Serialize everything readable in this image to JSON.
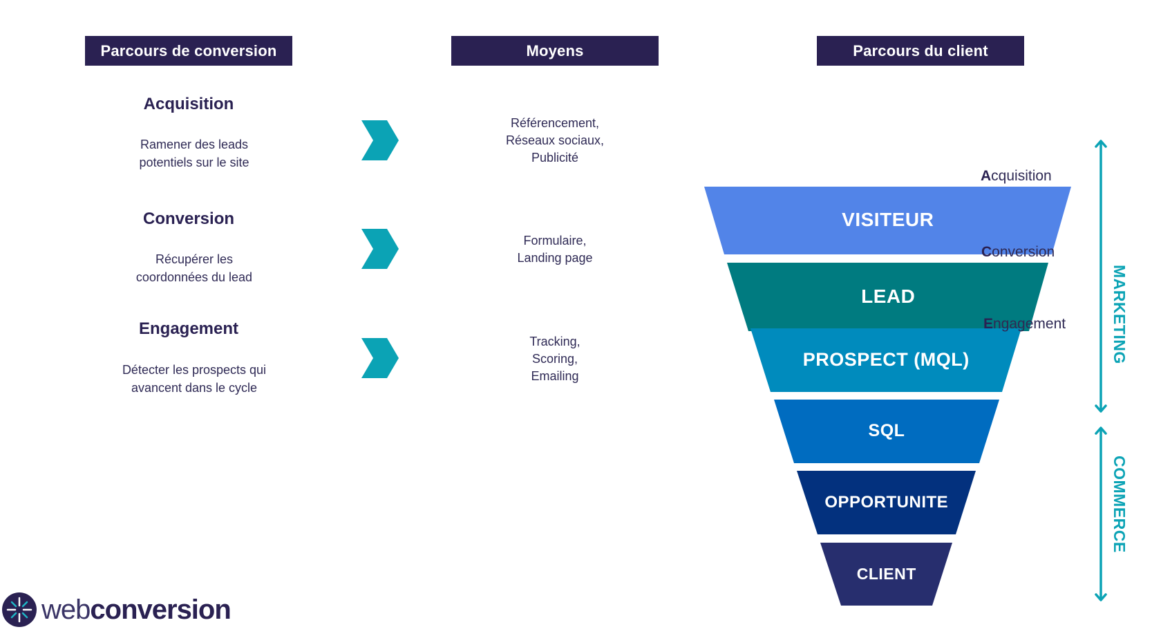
{
  "headers": {
    "conversion_path": "Parcours de conversion",
    "means": "Moyens",
    "customer_path": "Parcours du client"
  },
  "stages": [
    {
      "title": "Acquisition",
      "description": [
        "Ramener des leads",
        "potentiels sur le site"
      ],
      "means": [
        "Référencement,",
        "Réseaux sociaux,",
        "Publicité"
      ]
    },
    {
      "title": "Conversion",
      "description": [
        "Récupérer les",
        "coordonnées du lead"
      ],
      "means": [
        "Formulaire,",
        "Landing page"
      ]
    },
    {
      "title": "Engagement",
      "description": [
        "Détecter les prospects qui",
        "avancent dans le cycle"
      ],
      "means": [
        "Tracking,",
        "Scoring,",
        "Emailing"
      ]
    }
  ],
  "chevron_icon": "chevron-right-icon",
  "funnel": {
    "bands": [
      {
        "label": "VISITEUR",
        "color": "#5284e8"
      },
      {
        "label": "LEAD",
        "color": "#007b80"
      },
      {
        "label": "PROSPECT (MQL)",
        "color": "#008bbd"
      },
      {
        "label": "SQL",
        "color": "#006cc0"
      },
      {
        "label": "OPPORTUNITE",
        "color": "#03317e"
      },
      {
        "label": "CLIENT",
        "color": "#272e6e"
      }
    ],
    "acronym_labels": [
      {
        "initial": "A",
        "rest": "cquisition"
      },
      {
        "initial": "C",
        "rest": "onversion"
      },
      {
        "initial": "E",
        "rest": "ngagement"
      }
    ]
  },
  "sides": {
    "marketing": "MARKETING",
    "commerce": "COMMERCE",
    "color": "#0ba3b5"
  },
  "logo": {
    "web": "web",
    "conversion": "conversion"
  },
  "colors": {
    "navy": "#2a2152",
    "teal": "#0ba3b5"
  }
}
